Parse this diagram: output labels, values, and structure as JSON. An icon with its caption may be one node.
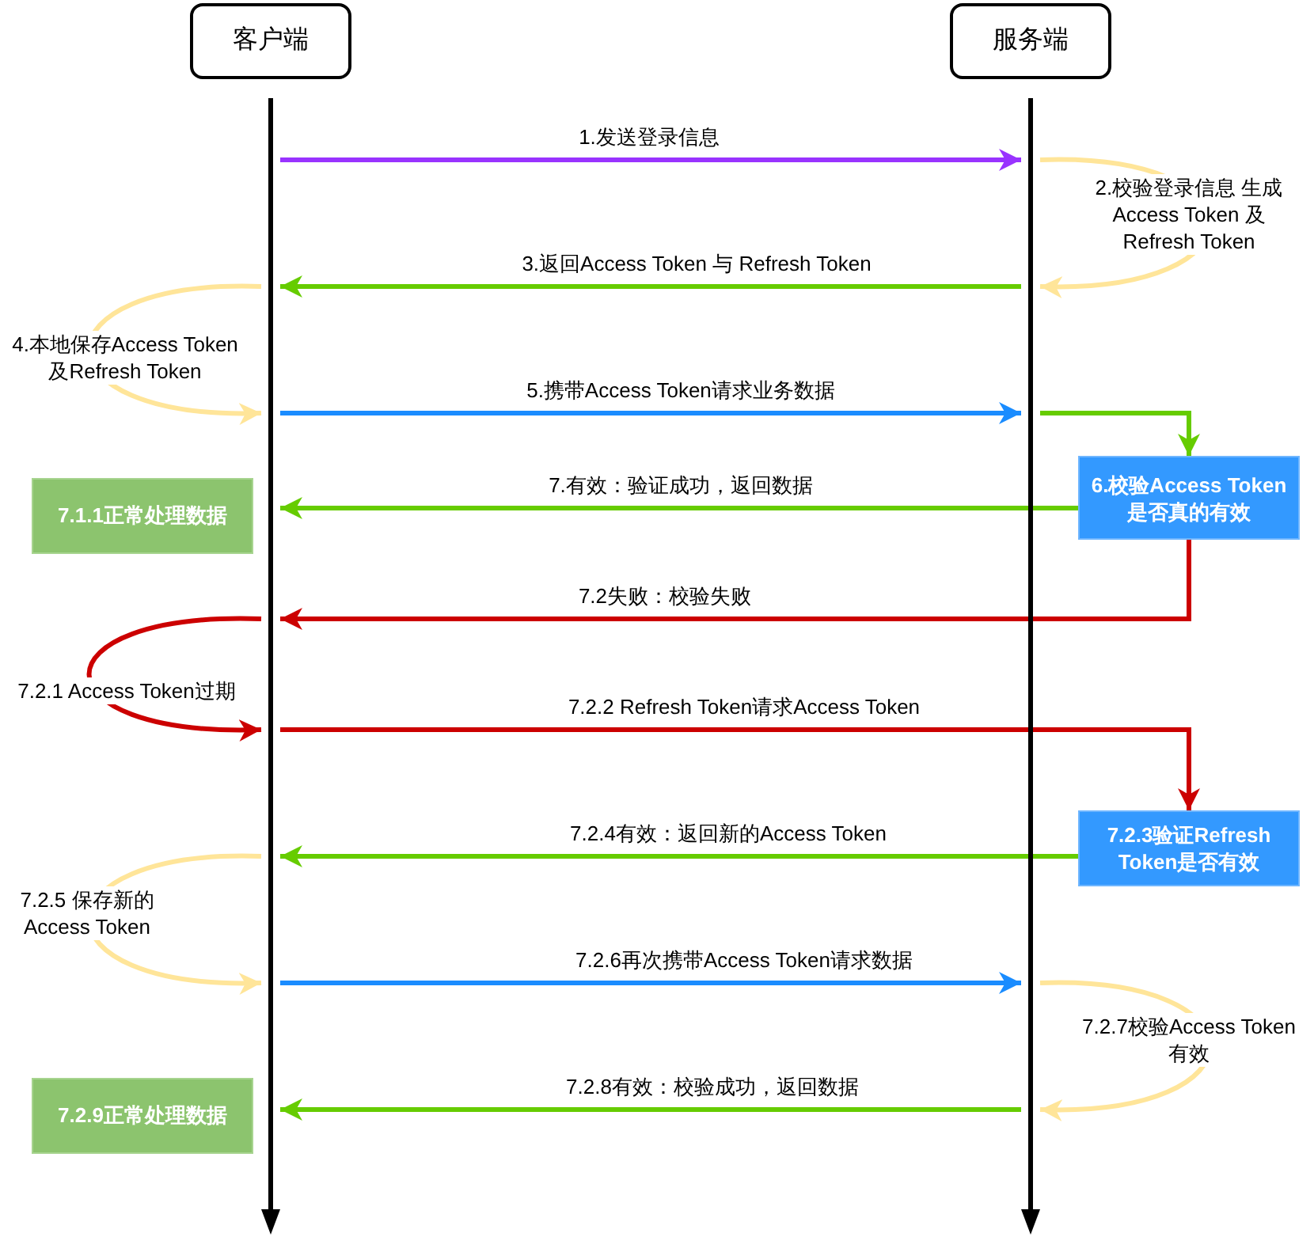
{
  "diagram": {
    "nodes": [
      {
        "text": [
          "客户端"
        ]
      },
      {
        "text": [
          "服务端"
        ]
      },
      {
        "text": [],
        "shape": "bar"
      },
      {
        "text": [],
        "shape": "bar"
      },
      {
        "text": [
          "6.校验Access Token 是否真的有效"
        ]
      },
      {
        "text": [
          "7.1.1正常处理数据"
        ]
      },
      {
        "text": [
          "7.2.3验证Refresh Token是否有效"
        ]
      },
      {
        "text": [
          "7.2.9正常处理数据"
        ]
      }
    ],
    "edges": [
      {
        "from": 2,
        "to": 3,
        "arrow": "to",
        "label": "1.发送登录信息",
        "color": "#9933ff"
      },
      {
        "from": 3,
        "to": 3,
        "arrow": "to",
        "label": "2.校验登录信息 生成Access Token 及 Refresh Token",
        "color": "#ffe599"
      },
      {
        "from": 3,
        "to": 2,
        "arrow": "to",
        "label": "3.返回Access Token 与 Refresh Token"
      },
      {
        "from": 2,
        "to": 2,
        "arrow": "to",
        "label": "4.本地保存Access Token 及Refresh Token",
        "color": "#ffe599"
      },
      {
        "from": 2,
        "to": 3,
        "arrow": "to",
        "label": "5.携带Access Token请求业务数据",
        "color": "#1a8cff"
      },
      {
        "from": 3,
        "to": 4,
        "arrow": "to"
      },
      {
        "from": 4,
        "to": 2,
        "arrow": "to",
        "label": "7.有效：验证成功，返回数据"
      },
      {
        "from": 4,
        "to": 2,
        "arrow": "to",
        "label": "7.2失败：校验失败",
        "color": "#cc0000"
      },
      {
        "from": 2,
        "to": 2,
        "arrow": "to",
        "label": "7.2.1 Access Token过期",
        "color": "#cc0000"
      },
      {
        "from": 2,
        "to": 6,
        "arrow": "to",
        "label": "7.2.2 Refresh Token请求Access Token",
        "color": "#cc0000"
      },
      {
        "from": 6,
        "to": 2,
        "arrow": "to",
        "label": "7.2.4有效：返回新的Access Token"
      },
      {
        "from": 2,
        "to": 2,
        "arrow": "to",
        "label": "7.2.5 保存新的 Access Token",
        "color": "#ffe599"
      },
      {
        "from": 2,
        "to": 3,
        "arrow": "to",
        "label": "7.2.6再次携带Access Token请求数据",
        "color": "#1a8cff"
      },
      {
        "from": 3,
        "to": 3,
        "arrow": "to",
        "label": "7.2.7校验Access Token 有效",
        "color": "#ffe599"
      },
      {
        "from": 3,
        "to": 2,
        "arrow": "to",
        "label": "7.2.8有效：校验成功，返回数据"
      }
    ]
  }
}
